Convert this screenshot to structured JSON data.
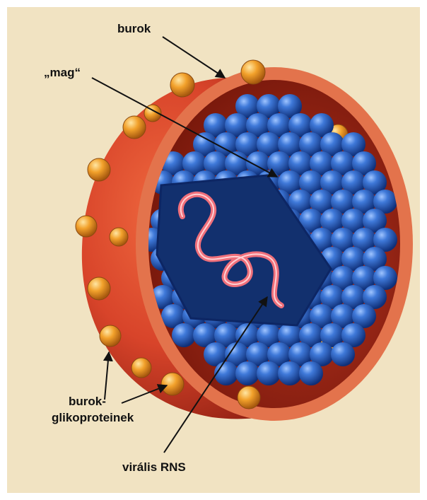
{
  "labels": {
    "envelope": "burok",
    "core": "„mag“",
    "glycoproteins_line1": "burok-",
    "glycoproteins_line2": "glikoproteinek",
    "rna": "virális RNS"
  },
  "colors": {
    "background": "#f1e3c2",
    "frame": "#ffffff",
    "envelope_outer": "#d8442a",
    "envelope_dark": "#8e1f12",
    "envelope_inner": "#e3734c",
    "glycoprotein": "#f2a12b",
    "capsid_sphere": "#2a5fc2",
    "capsid_dark": "#0d2664",
    "rna_face": "#12306e",
    "rna": "#ef6f7a",
    "text": "#111111"
  },
  "icons": {
    "pointer": "arrow-pointer"
  }
}
